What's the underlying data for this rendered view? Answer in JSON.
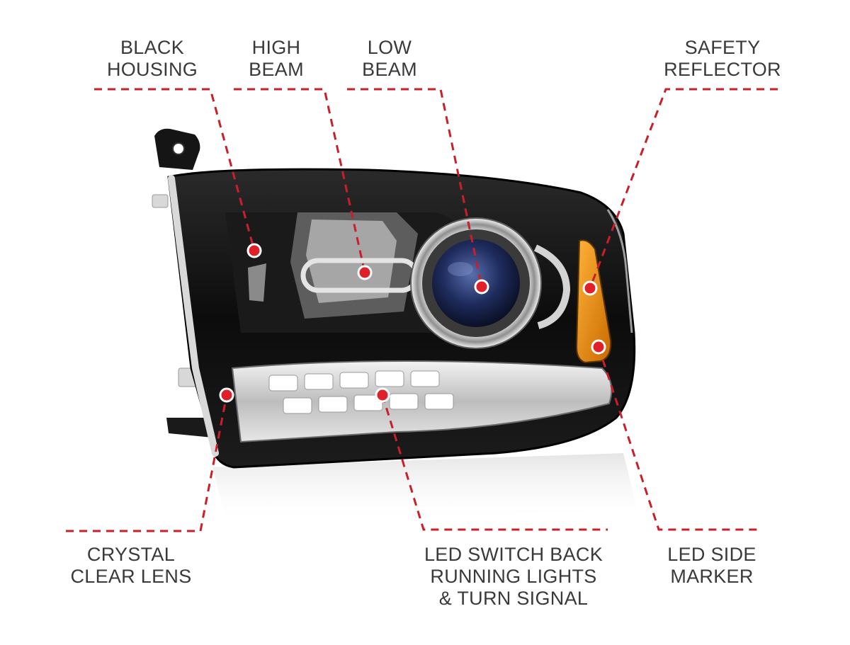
{
  "callouts": {
    "black_housing": {
      "line1": "BLACK",
      "line2": "HOUSING"
    },
    "high_beam": {
      "line1": "HIGH",
      "line2": "BEAM"
    },
    "low_beam": {
      "line1": "LOW",
      "line2": "BEAM"
    },
    "safety_reflector": {
      "line1": "SAFETY",
      "line2": "REFLECTOR"
    },
    "crystal_clear_lens": {
      "line1": "CRYSTAL",
      "line2": "CLEAR LENS"
    },
    "led_switchback": {
      "line1": "LED SWITCH BACK",
      "line2": "RUNNING LIGHTS",
      "line3": "& TURN SIGNAL"
    },
    "led_side_marker": {
      "line1": "LED SIDE",
      "line2": "MARKER"
    }
  },
  "colors": {
    "leader_line": "#c8202a",
    "label_text": "#3a3a3a",
    "housing": "#121212",
    "chrome": "#c9c9c9",
    "amber": "#e8900f"
  },
  "subject": "headlight-assembly"
}
